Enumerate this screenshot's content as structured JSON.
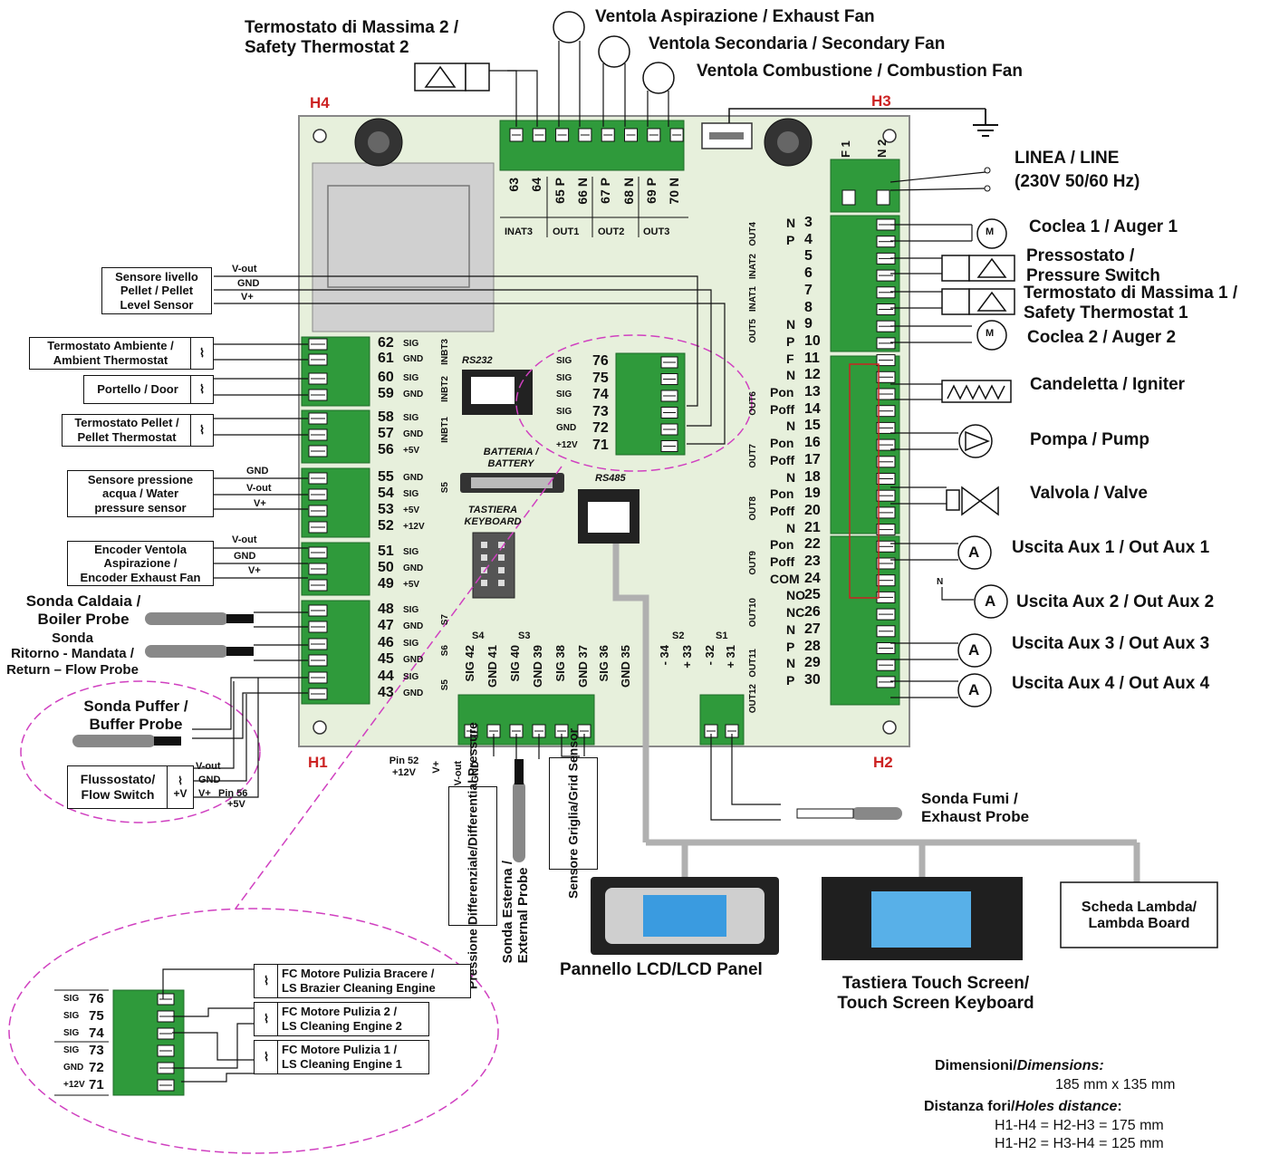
{
  "top_labels": {
    "safety_thermostat_2": [
      "Termostato di Massima 2 /",
      "Safety Thermostat 2"
    ],
    "exhaust_fan": "Ventola Aspirazione / Exhaust Fan",
    "secondary_fan": "Ventola Secondaria / Secondary Fan",
    "combustion_fan": "Ventola Combustione / Combustion Fan"
  },
  "holes": {
    "h1": "H1",
    "h2": "H2",
    "h3": "H3",
    "h4": "H4"
  },
  "line": {
    "title": "LINEA / LINE",
    "spec": "(230V 50/60 Hz)",
    "fuse": "F 1",
    "neutral": "N 2"
  },
  "top_terminals": {
    "pins": [
      "63",
      "64",
      "65",
      "66",
      "67",
      "68",
      "69",
      "70"
    ],
    "codes": [
      "",
      "",
      "P",
      "N",
      "P",
      "N",
      "P",
      "N"
    ],
    "groups": [
      "INAT3",
      "OUT1",
      "OUT2",
      "OUT3"
    ]
  },
  "right_terminals": [
    {
      "n": "3",
      "s": "N"
    },
    {
      "n": "4",
      "s": "P"
    },
    {
      "n": "5",
      "s": ""
    },
    {
      "n": "6",
      "s": ""
    },
    {
      "n": "7",
      "s": ""
    },
    {
      "n": "8",
      "s": ""
    },
    {
      "n": "9",
      "s": "N"
    },
    {
      "n": "10",
      "s": "P"
    },
    {
      "n": "11",
      "s": "F"
    },
    {
      "n": "12",
      "s": "N"
    },
    {
      "n": "13",
      "s": "PON"
    },
    {
      "n": "14",
      "s": "POFF"
    },
    {
      "n": "15",
      "s": "N"
    },
    {
      "n": "16",
      "s": "PON"
    },
    {
      "n": "17",
      "s": "POFF"
    },
    {
      "n": "18",
      "s": "N"
    },
    {
      "n": "19",
      "s": "PON"
    },
    {
      "n": "20",
      "s": "POFF"
    },
    {
      "n": "21",
      "s": "N"
    },
    {
      "n": "22",
      "s": "PON"
    },
    {
      "n": "23",
      "s": "POFF"
    },
    {
      "n": "24",
      "s": "COM"
    },
    {
      "n": "25",
      "s": "NO"
    },
    {
      "n": "26",
      "s": "NC"
    },
    {
      "n": "27",
      "s": "N"
    },
    {
      "n": "28",
      "s": "P"
    },
    {
      "n": "29",
      "s": "N"
    },
    {
      "n": "30",
      "s": "P"
    }
  ],
  "right_groups": [
    "OUT4",
    "INAT2",
    "INAT1",
    "OUT5",
    "OUT6",
    "OUT7",
    "OUT8",
    "OUT9",
    "OUT10",
    "OUT11",
    "OUT12"
  ],
  "right_labels": {
    "auger1": "Coclea 1 / Auger 1",
    "pressure_switch": [
      "Pressostato /",
      "Pressure Switch"
    ],
    "safety_thermostat_1": [
      "Termostato di Massima 1 /",
      "Safety Thermostat 1"
    ],
    "auger2": "Coclea 2 / Auger 2",
    "igniter": "Candeletta / Igniter",
    "pump": "Pompa / Pump",
    "valve": "Valvola / Valve",
    "aux1": "Uscita Aux 1 / Out Aux 1",
    "aux2": "Uscita Aux 2 / Out Aux 2",
    "aux3": "Uscita Aux 3 / Out Aux 3",
    "aux4": "Uscita Aux 4 / Out Aux 4",
    "motor_symbol": "M",
    "aux_symbol": "A",
    "n_mark": "N"
  },
  "left_terminals": [
    {
      "n": "62",
      "s": "SIG"
    },
    {
      "n": "61",
      "s": "GND"
    },
    {
      "n": "60",
      "s": "SIG"
    },
    {
      "n": "59",
      "s": "GND"
    },
    {
      "n": "58",
      "s": "SIG"
    },
    {
      "n": "57",
      "s": "GND"
    },
    {
      "n": "56",
      "s": "+5V"
    },
    {
      "n": "55",
      "s": "GND"
    },
    {
      "n": "54",
      "s": "SIG"
    },
    {
      "n": "53",
      "s": "+5V"
    },
    {
      "n": "52",
      "s": "+12V"
    },
    {
      "n": "51",
      "s": "SIG"
    },
    {
      "n": "50",
      "s": "GND"
    },
    {
      "n": "49",
      "s": "+5V"
    },
    {
      "n": "48",
      "s": "SIG"
    },
    {
      "n": "47",
      "s": "GND"
    },
    {
      "n": "46",
      "s": "SIG"
    },
    {
      "n": "45",
      "s": "GND"
    },
    {
      "n": "44",
      "s": "SIG"
    },
    {
      "n": "43",
      "s": "GND"
    }
  ],
  "left_groups": [
    "INBT3",
    "INBT2",
    "INBT1",
    "S5",
    "S7",
    "S6",
    "S5"
  ],
  "left_labels": {
    "pellet_level": [
      "Sensore livello",
      "Pellet / Pellet",
      "Level Sensor"
    ],
    "ambient_thermostat": [
      "Termostato Ambiente /",
      "Ambient Thermostat"
    ],
    "door": "Portello / Door",
    "pellet_thermostat": [
      "Termostato Pellet /",
      "Pellet Thermostat"
    ],
    "water_pressure": [
      "Sensore pressione",
      "acqua / Water",
      "pressure sensor"
    ],
    "encoder": [
      "Encoder Ventola",
      "Aspirazione /",
      "Encoder Exhaust Fan"
    ],
    "boiler_probe": [
      "Sonda Caldaia /",
      "Boiler Probe"
    ],
    "return_probe": [
      "Sonda",
      "Ritorno - Mandata /",
      "Return – Flow Probe"
    ],
    "buffer_probe": [
      "Sonda Puffer /",
      "Buffer Probe"
    ],
    "flow_switch": [
      "Flussostato/",
      "Flow Switch"
    ],
    "wires": {
      "vout": "V-out",
      "gnd": "GND",
      "vplus": "V+",
      "plusv": "+V",
      "pin56": "Pin 56",
      "plus5v": "+5V"
    }
  },
  "center": {
    "rs232": "RS232",
    "rs485": "RS485",
    "battery": [
      "BATTERIA /",
      "BATTERY"
    ],
    "keyboard": [
      "TASTIERA",
      "KEYBOARD"
    ],
    "connector_pins": [
      {
        "n": "76",
        "s": "SIG"
      },
      {
        "n": "75",
        "s": "SIG"
      },
      {
        "n": "74",
        "s": "SIG"
      },
      {
        "n": "73",
        "s": "SIG"
      },
      {
        "n": "72",
        "s": "GND"
      },
      {
        "n": "71",
        "s": "+12V"
      }
    ]
  },
  "bottom_terminals": {
    "pins": [
      "42",
      "41",
      "40",
      "39",
      "38",
      "37",
      "36",
      "35",
      "34",
      "33",
      "32",
      "31"
    ],
    "codes": [
      "SIG",
      "GND",
      "SIG",
      "GND",
      "SIG",
      "GND",
      "SIG",
      "GND",
      "-",
      "+",
      "-",
      "+"
    ],
    "groups": [
      "S4",
      "S3",
      "S2",
      "S1"
    ]
  },
  "bottom_labels": {
    "pin52": [
      "Pin 52",
      "+12V"
    ],
    "diff_pressure": [
      "Pressione Differenziale/",
      "Differential Pressure"
    ],
    "external_probe": [
      "Sonda Esterna /",
      "External Probe"
    ],
    "grid_sensor": [
      "Sensore Griglia/",
      "Grid Sensor"
    ],
    "exhaust_probe": [
      "Sonda Fumi /",
      "Exhaust Probe"
    ],
    "wire_vplus": "V+",
    "wire_vout": "V-out",
    "wire_gnd": "GND"
  },
  "peripherals": {
    "lcd_panel": "Pannello LCD/LCD Panel",
    "touch_keyboard": [
      "Tastiera Touch Screen/",
      "Touch Screen Keyboard"
    ],
    "lambda_board": [
      "Scheda Lambda/",
      "Lambda Board"
    ]
  },
  "inset": {
    "pins": [
      {
        "n": "76",
        "s": "SIG"
      },
      {
        "n": "75",
        "s": "SIG"
      },
      {
        "n": "74",
        "s": "SIG"
      },
      {
        "n": "73",
        "s": "SIG"
      },
      {
        "n": "72",
        "s": "GND"
      },
      {
        "n": "71",
        "s": "+12V"
      }
    ],
    "brazier": [
      "FC Motore Pulizia Bracere /",
      "LS Brazier Cleaning Engine"
    ],
    "engine2": [
      "FC Motore Pulizia 2 /",
      "LS Cleaning Engine 2"
    ],
    "engine1": [
      "FC Motore Pulizia 1 /",
      "LS Cleaning Engine 1"
    ]
  },
  "dimensions": {
    "title_it": "Dimensioni/",
    "title_en": "Dimensions:",
    "size": "185 mm x 135 mm",
    "holes_it": "Distanza fori/",
    "holes_en": "Holes distance",
    "holes_colon": ":",
    "h1h4": "H1-H4 = H2-H3 = 175 mm",
    "h1h2": "H1-H2 = H3-H4 = 125 mm"
  },
  "colors": {
    "board": "#e7f0dc",
    "terminal": "#2f9a3b",
    "terminal_dark": "#1f6b28",
    "dashed": "#d040c0",
    "cable": "#b0b0b0",
    "accent_red": "#cc2222"
  }
}
